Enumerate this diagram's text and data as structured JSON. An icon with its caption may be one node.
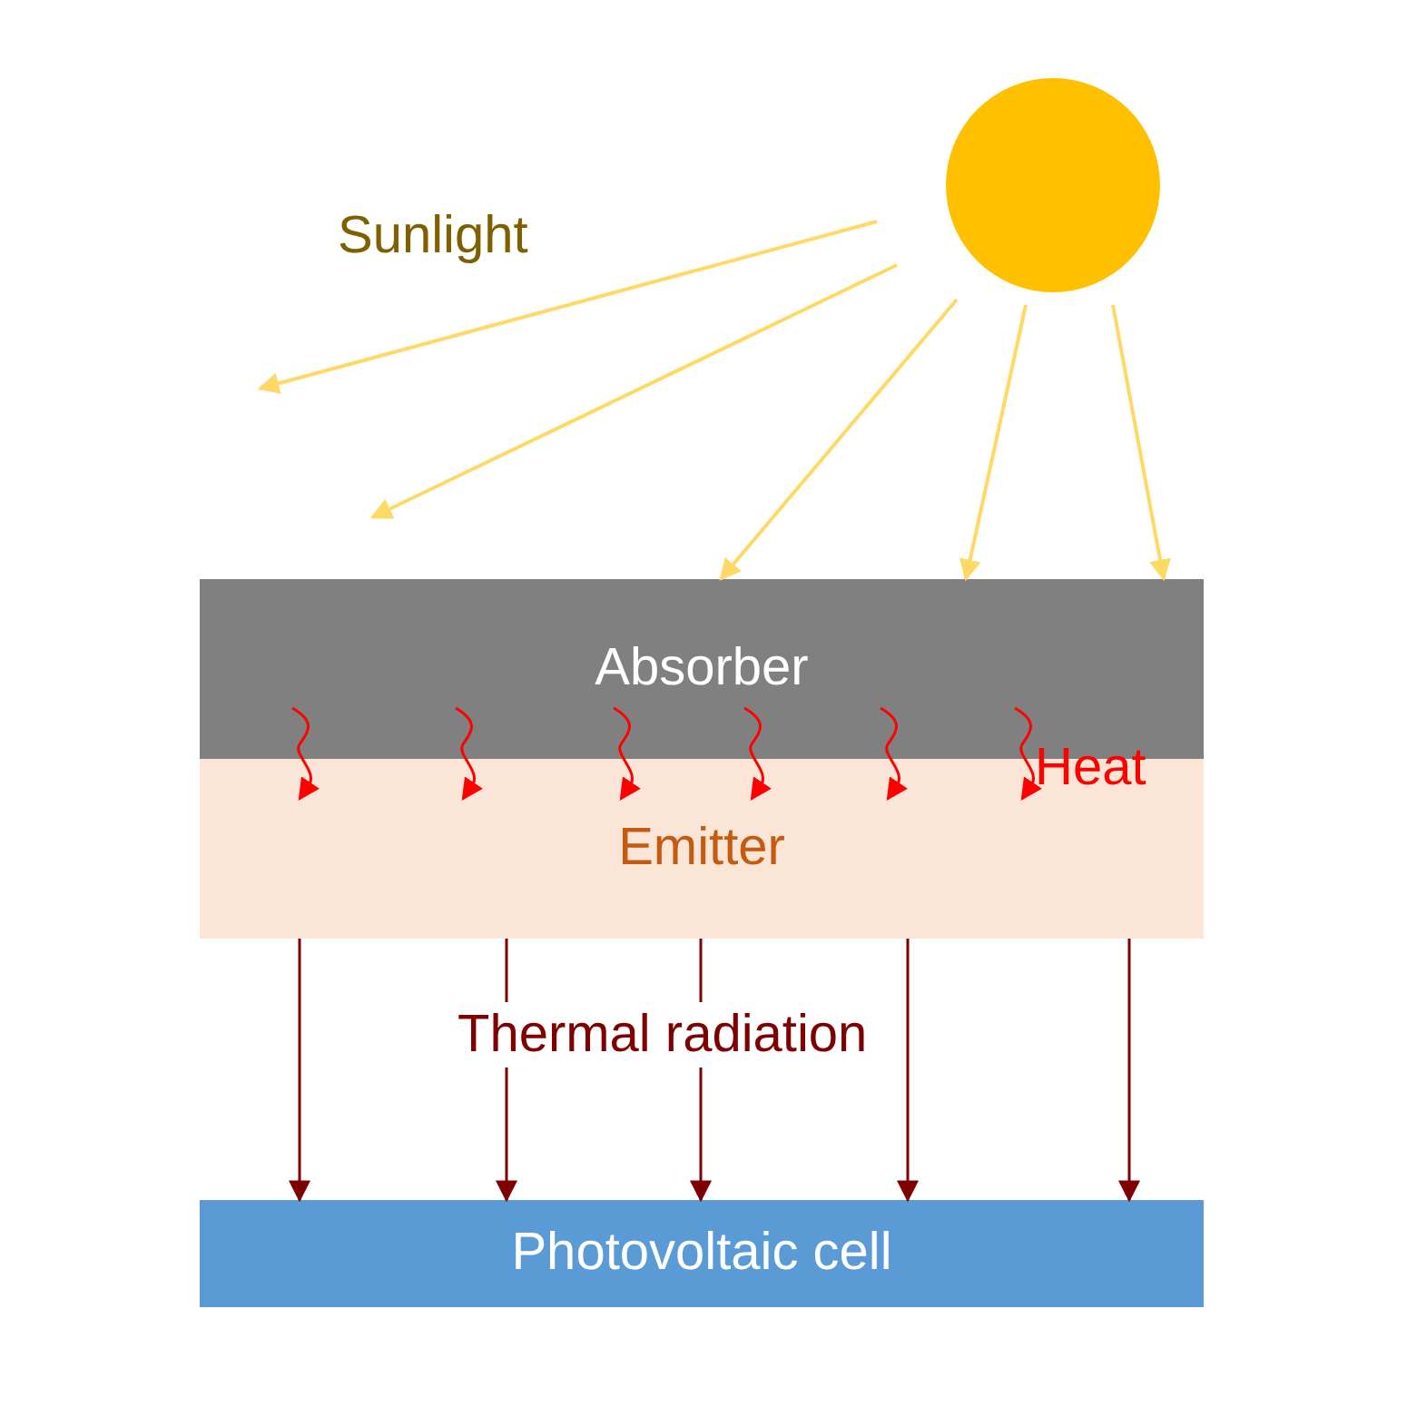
{
  "diagram": {
    "nodes": [
      {
        "text": [],
        "shape": "circle"
      },
      {
        "text": [
          "Absorber"
        ]
      },
      {
        "text": [
          "Emitter"
        ]
      },
      {
        "text": [
          "Photovoltaic cell"
        ]
      }
    ],
    "edges": [
      {
        "from": 0,
        "to": null,
        "arrow": "to",
        "color": "#ffd966"
      },
      {
        "from": 0,
        "to": null,
        "arrow": "to",
        "color": "#ffd966"
      },
      {
        "from": 0,
        "to": 1,
        "arrow": "to",
        "color": "#ffd966"
      },
      {
        "from": 0,
        "to": 1,
        "arrow": "to",
        "color": "#ffd966"
      },
      {
        "from": 0,
        "to": 1,
        "arrow": "to",
        "color": "#ffd966"
      },
      {
        "from": 1,
        "to": 2,
        "arrow": "to",
        "color": "#ff0000"
      },
      {
        "from": 1,
        "to": 2,
        "arrow": "to",
        "color": "#ff0000"
      },
      {
        "from": 1,
        "to": 2,
        "arrow": "to",
        "color": "#ff0000"
      },
      {
        "from": 1,
        "to": 2,
        "arrow": "to",
        "color": "#ff0000"
      },
      {
        "from": 1,
        "to": 2,
        "arrow": "to",
        "color": "#ff0000"
      },
      {
        "from": 1,
        "to": 2,
        "arrow": "to",
        "color": "#ff0000"
      },
      {
        "from": 2,
        "to": 3,
        "arrow": "to",
        "color": "#7f0000"
      },
      {
        "from": 2,
        "to": 3,
        "arrow": "to",
        "color": "#7f0000"
      },
      {
        "from": 2,
        "to": 3,
        "arrow": "to",
        "color": "#7f0000"
      },
      {
        "from": 2,
        "to": 3,
        "arrow": "to",
        "color": "#7f0000"
      },
      {
        "from": 2,
        "to": 3,
        "arrow": "to",
        "color": "#7f0000"
      }
    ],
    "labels": [
      "Sunlight",
      "Heat",
      "Thermal radiation"
    ]
  }
}
